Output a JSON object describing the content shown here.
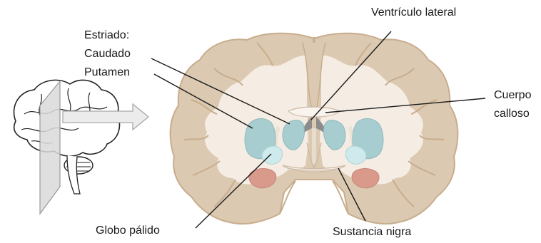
{
  "labels": {
    "ventricle": "Ventrículo lateral",
    "striatum": "Estriado:",
    "caudate": "Caudado",
    "putamen": "Putamen",
    "corpus_callosum_1": "Cuerpo",
    "corpus_callosum_2": "calloso",
    "globus_pallidus": "Globo pálido",
    "substantia_nigra": "Sustancia nigra"
  },
  "colors": {
    "cortex": "#dcc9b1",
    "cortex_outline": "#c7ad8d",
    "white_matter": "#f5ede4",
    "striatum": "#a8cdd0",
    "globus_pallidus": "#cfeaec",
    "substantia_nigra": "#d99a8c",
    "ventricle": "#8c8c8c",
    "leader_line": "#1a1a1a",
    "plane": "#d9d9d9"
  },
  "icons": [
    "brain-sagittal-icon",
    "coronal-plane-icon",
    "arrow-right-icon"
  ]
}
